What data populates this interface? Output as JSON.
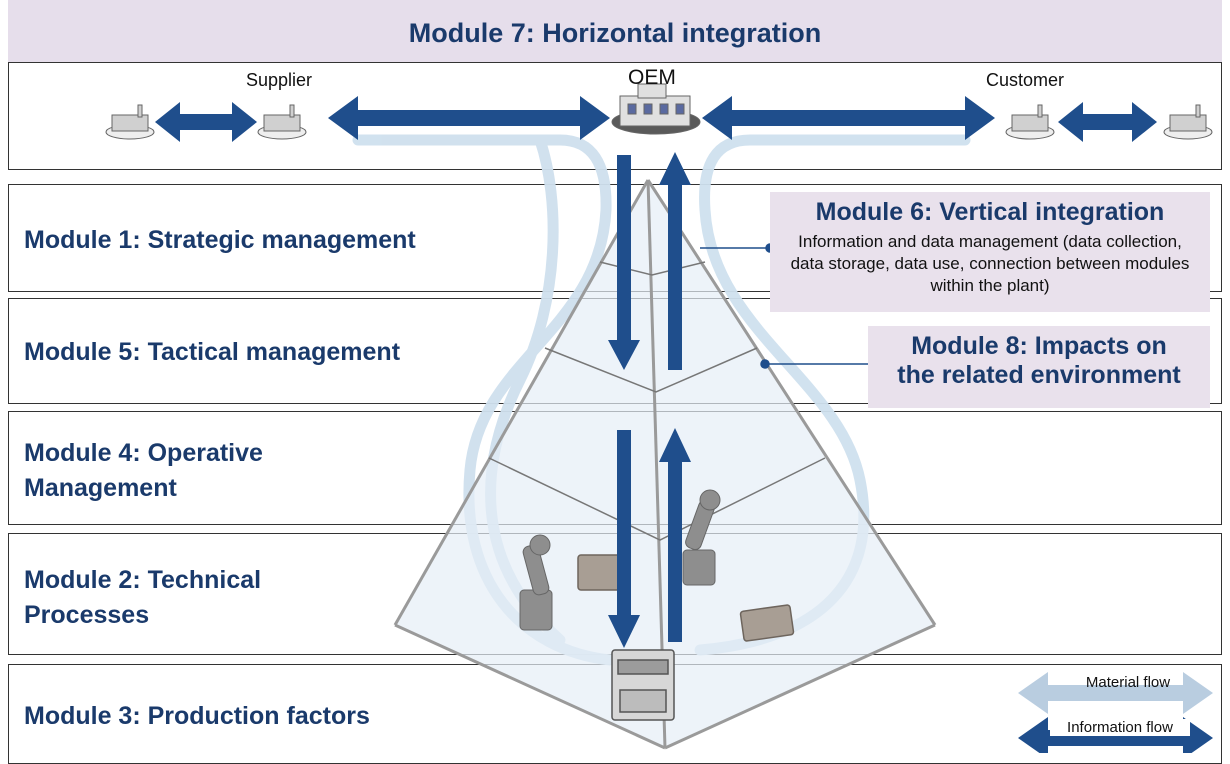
{
  "header": {
    "title": "Module 7: Horizontal integration"
  },
  "top_row": {
    "supplier": "Supplier",
    "oem": "OEM",
    "customer": "Customer"
  },
  "modules": {
    "m1": "Module 1: Strategic management",
    "m5": "Module 5: Tactical management",
    "m4_line1": "Module 4: Operative",
    "m4_line2": "Management",
    "m2_line1": "Module 2: Technical",
    "m2_line2": "Processes",
    "m3": "Module 3: Production factors"
  },
  "callouts": {
    "m6_title": "Module 6: Vertical integration",
    "m6_desc": "Information and data management (data collection, data storage, data use, connection between modules within the plant)",
    "m8_line1": "Module 8: Impacts on",
    "m8_line2": "the related environment"
  },
  "legend": {
    "material": "Material flow",
    "information": "Information flow"
  },
  "colors": {
    "dark_blue": "#1f4e8c",
    "light_blue": "#cfe0ee",
    "header_bg": "#e6deeb",
    "callout_bg": "#e9e1ec",
    "text_navy": "#1a3a6b",
    "pyramid_gray": "#9a9a9a"
  },
  "icons": [
    "factory-icon",
    "robot-arm-icon",
    "storage-box-icon",
    "press-machine-icon"
  ]
}
